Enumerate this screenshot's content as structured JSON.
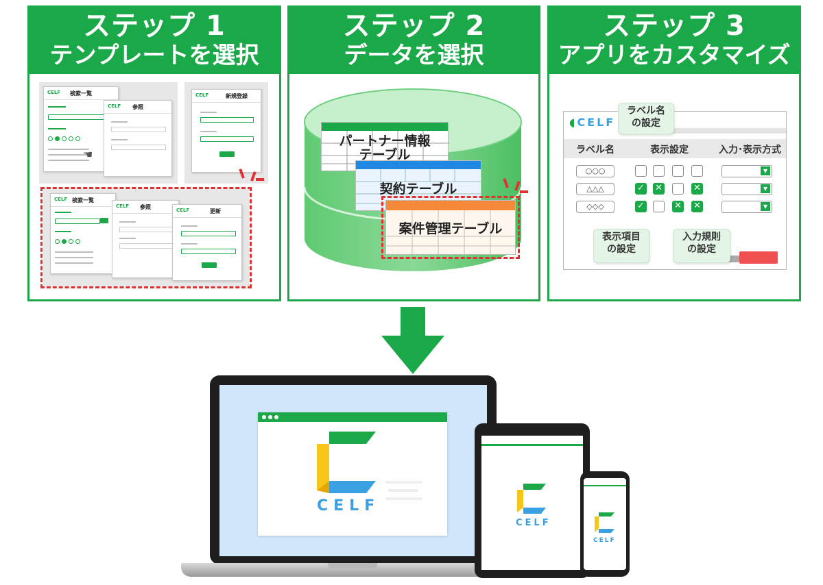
{
  "steps": [
    {
      "title": "ステップ 1",
      "subtitle": "テンプレートを選択"
    },
    {
      "title": "ステップ 2",
      "subtitle": "データを選択"
    },
    {
      "title": "ステップ 3",
      "subtitle": "アプリをカスタマイズ"
    }
  ],
  "step1": {
    "screens": {
      "list": "検索一覧",
      "view": "参照",
      "register": "新規登録",
      "update": "更新"
    },
    "logo": "CELF"
  },
  "step2": {
    "tables": [
      "パートナー情報",
      "テーブル",
      "契約テーブル",
      "案件管理テーブル"
    ]
  },
  "step3": {
    "logo": "CELF",
    "headers": [
      "ラベル名",
      "表示設定",
      "入力･表示方式"
    ],
    "rows": [
      "○○○",
      "△△△",
      "◇◇◇"
    ],
    "checks": [
      [
        "",
        "",
        "",
        ""
      ],
      [
        "✓",
        "✕",
        "",
        "✕"
      ],
      [
        "✓",
        "",
        "✕",
        "✕"
      ]
    ],
    "callouts": {
      "label": [
        "ラベル名",
        "の設定"
      ],
      "display": [
        "表示項目",
        "の設定"
      ],
      "input": [
        "入力規則",
        "の設定"
      ]
    },
    "colors": {
      "green": "#1ba848",
      "red": "#f05050"
    }
  },
  "devices": {
    "logo": "CELF"
  }
}
